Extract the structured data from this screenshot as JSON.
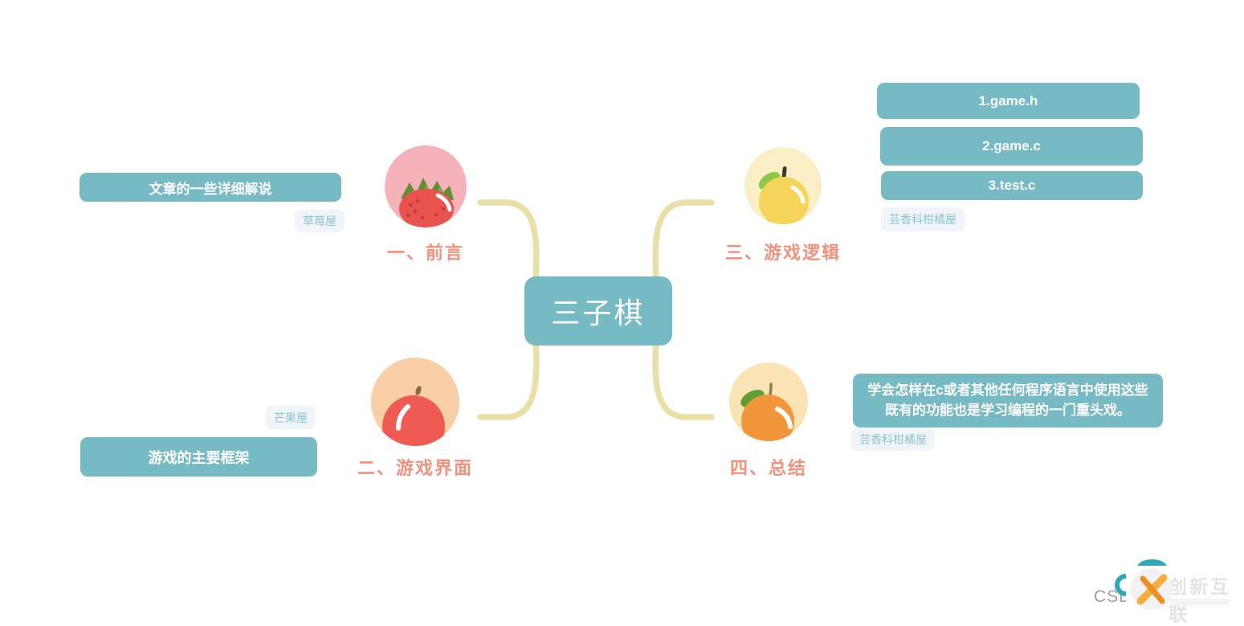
{
  "root": {
    "label": "三子棋"
  },
  "branches": [
    {
      "label": "一、前言",
      "icon": "strawberry-icon",
      "badge": "草莓屋",
      "notes": [
        "文章的一些详细解说"
      ]
    },
    {
      "label": "二、游戏界面",
      "icon": "apple-icon",
      "badge": "芒果屋",
      "notes": [
        "游戏的主要框架"
      ]
    },
    {
      "label": "三、游戏逻辑",
      "icon": "lemon-icon",
      "badge": "芸香科柑橘屋",
      "notes": [
        "1.game.h",
        "2.game.c",
        "3.test.c"
      ]
    },
    {
      "label": "四、总结",
      "icon": "orange-icon",
      "badge": "芸香科柑橘屋",
      "notes": [
        "学会怎样在c或者其他任何程序语言中使用这些既有的功能也是学习编程的一门重头戏。"
      ]
    }
  ],
  "watermark": {
    "site_label": "CSDN",
    "brand": "创新互联"
  },
  "colors": {
    "node_teal": "#76BAC4",
    "curve_tan": "#E9E0A8",
    "branch_label_orange": "#F2917C",
    "badge_bg": "#F1F5F9",
    "badge_text": "#8CC5CE",
    "watermark_teal": "#2EA8B5",
    "watermark_orange": "#F6AE3B"
  }
}
